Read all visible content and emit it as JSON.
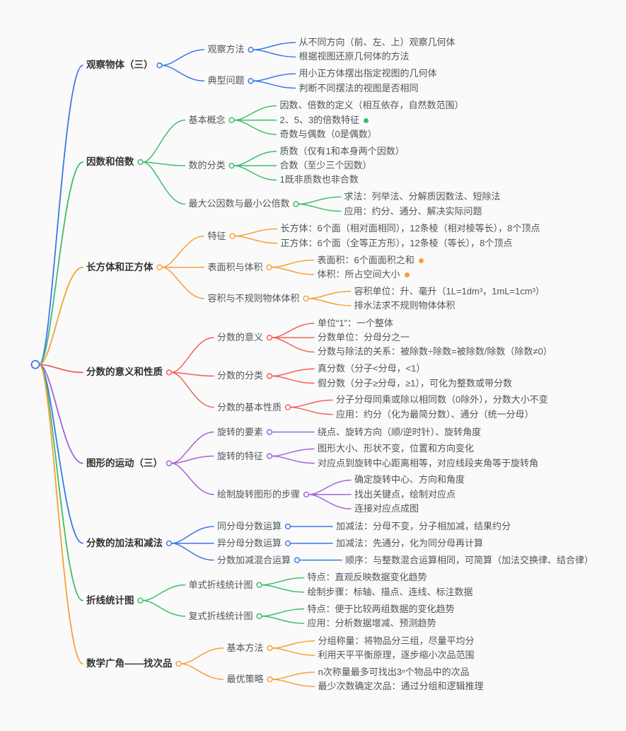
{
  "background": "#fafafa",
  "root": {
    "color": "#3b78e7"
  },
  "tree": {
    "label": "",
    "children": [
      {
        "label": "观察物体（三）",
        "color": "#3b78e7",
        "children": [
          {
            "label": "观察方法",
            "children": [
              {
                "label": "从不同方向（前、左、上）观察几何体"
              },
              {
                "label": "根据视图还原几何体的方法"
              }
            ]
          },
          {
            "label": "典型问题",
            "children": [
              {
                "label": "用小正方体摆出指定视图的几何体"
              },
              {
                "label": "判断不同摆法的视图是否相同"
              }
            ]
          }
        ]
      },
      {
        "label": "因数和倍数",
        "color": "#3fbd6d",
        "children": [
          {
            "label": "基本概念",
            "children": [
              {
                "label": "因数、倍数的定义（相互依存，自然数范围）"
              },
              {
                "label": "2、5、3的倍数特征",
                "marker": true
              },
              {
                "label": "奇数与偶数（0是偶数）"
              }
            ]
          },
          {
            "label": "数的分类",
            "children": [
              {
                "label": "质数（仅有1和本身两个因数）"
              },
              {
                "label": "合数（至少三个因数）"
              },
              {
                "label": "1既非质数也非合数"
              }
            ]
          },
          {
            "label": "最大公因数与最小公倍数",
            "children": [
              {
                "label": "求法：列举法、分解质因数法、短除法"
              },
              {
                "label": "应用：约分、通分、解决实际问题"
              }
            ]
          }
        ]
      },
      {
        "label": "长方体和正方体",
        "color": "#f7a035",
        "children": [
          {
            "label": "特征",
            "children": [
              {
                "label": "长方体：6个面（相对面相同），12条棱（相对棱等长），8个顶点"
              },
              {
                "label": "正方体：6个面（全等正方形），12条棱（等长），8个顶点"
              }
            ]
          },
          {
            "label": "表面积与体积",
            "children": [
              {
                "label": "表面积：6个面面积之和",
                "marker": true
              },
              {
                "label": "体积：所占空间大小",
                "marker": true
              }
            ]
          },
          {
            "label": "容积与不规则物体体积",
            "children": [
              {
                "label": "容积单位：升、毫升（1L=1dm³，1mL=1cm³）"
              },
              {
                "label": "排水法求不规则物体体积"
              }
            ]
          }
        ]
      },
      {
        "label": "分数的意义和性质",
        "color": "#f2605c",
        "children": [
          {
            "label": "分数的意义",
            "children": [
              {
                "label": "单位“1”：一个整体"
              },
              {
                "label": "分数单位：分母分之一"
              },
              {
                "label": "分数与除法的关系：被除数÷除数=被除数/除数（除数≠0）"
              }
            ]
          },
          {
            "label": "分数的分类",
            "children": [
              {
                "label": "真分数（分子<分母，<1）"
              },
              {
                "label": "假分数（分子≥分母，≥1），可化为整数或带分数"
              }
            ]
          },
          {
            "label": "分数的基本性质",
            "children": [
              {
                "label": "分子分母同乘或除以相同数（0除外），分数大小不变"
              },
              {
                "label": "应用：约分（化为最简分数）、通分（统一分母）"
              }
            ]
          }
        ]
      },
      {
        "label": "图形的运动（三）",
        "color": "#a263d9",
        "children": [
          {
            "label": "旋转的要素",
            "children": [
              {
                "label": "绕点、旋转方向（顺/逆时针）、旋转角度"
              }
            ]
          },
          {
            "label": "旋转的特征",
            "children": [
              {
                "label": "图形大小、形状不变，位置和方向变化"
              },
              {
                "label": "对应点到旋转中心距离相等，对应线段夹角等于旋转角"
              }
            ]
          },
          {
            "label": "绘制旋转图形的步骤",
            "children": [
              {
                "label": "确定旋转中心、方向和角度"
              },
              {
                "label": "找出关键点，绘制对应点"
              },
              {
                "label": "连接对应点成图"
              }
            ]
          }
        ]
      },
      {
        "label": "分数的加法和减法",
        "color": "#3b78e7",
        "children": [
          {
            "label": "同分母分数运算",
            "children": [
              {
                "label": "加减法：分母不变，分子相加减，结果约分"
              }
            ]
          },
          {
            "label": "异分母分数运算",
            "children": [
              {
                "label": "加减法：先通分，化为同分母再计算"
              }
            ]
          },
          {
            "label": "分数加减混合运算",
            "children": [
              {
                "label": "顺序：与整数混合运算相同，可简算（加法交换律、结合律）"
              }
            ]
          }
        ]
      },
      {
        "label": "折线统计图",
        "color": "#3fbd6d",
        "children": [
          {
            "label": "单式折线统计图",
            "children": [
              {
                "label": "特点：直观反映数据变化趋势"
              },
              {
                "label": "绘制步骤：标轴、描点、连线、标注数据"
              }
            ]
          },
          {
            "label": "复式折线统计图",
            "children": [
              {
                "label": "特点：便于比较两组数据的变化趋势"
              },
              {
                "label": "应用：分析数据增减、预测趋势"
              }
            ]
          }
        ]
      },
      {
        "label": "数学广角——找次品",
        "color": "#f7a035",
        "children": [
          {
            "label": "基本方法",
            "children": [
              {
                "label": "分组称量：将物品分三组，尽量平均分"
              },
              {
                "label": "利用天平平衡原理，逐步缩小次品范围"
              }
            ]
          },
          {
            "label": "最优策略",
            "children": [
              {
                "label": "n次称量最多可找出3ⁿ个物品中的次品"
              },
              {
                "label": "最少次数确定次品：通过分组和逻辑推理"
              }
            ]
          }
        ]
      }
    ]
  }
}
